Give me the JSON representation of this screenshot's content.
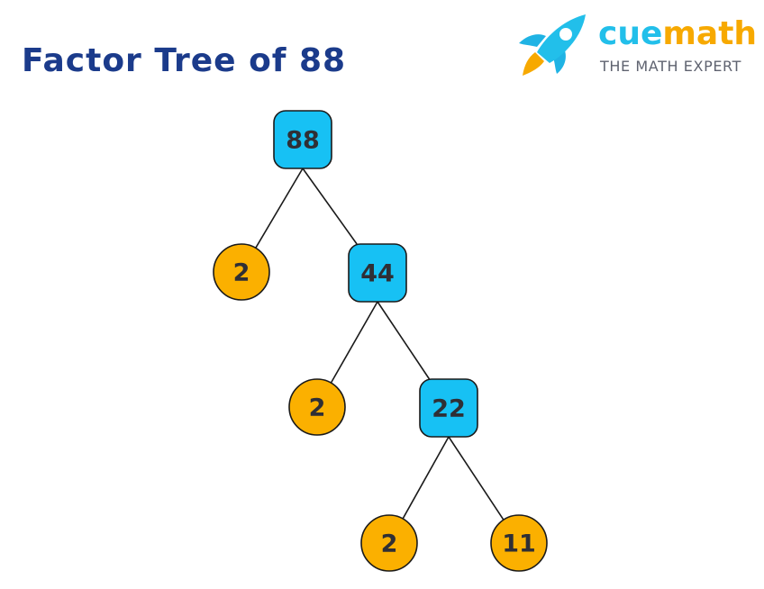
{
  "title": "Factor Tree of 88",
  "logo": {
    "brand_part_1": "cue",
    "brand_part_2": "math",
    "tagline": "THE MATH EXPERT",
    "icon": "rocket-icon"
  },
  "colors": {
    "title": "#1b3b8b",
    "composite_node_fill": "#17c1f4",
    "prime_node_fill": "#fbb000",
    "node_stroke": "#1a1a1a",
    "edge": "#1a1a1a"
  },
  "tree": {
    "root": "88",
    "splits": [
      {
        "value": "88",
        "factors": [
          "2",
          "44"
        ]
      },
      {
        "value": "44",
        "factors": [
          "2",
          "22"
        ]
      },
      {
        "value": "22",
        "factors": [
          "2",
          "11"
        ]
      }
    ],
    "nodes": [
      {
        "label": "88",
        "kind": "composite"
      },
      {
        "label": "2",
        "kind": "prime"
      },
      {
        "label": "44",
        "kind": "composite"
      },
      {
        "label": "2",
        "kind": "prime"
      },
      {
        "label": "22",
        "kind": "composite"
      },
      {
        "label": "2",
        "kind": "prime"
      },
      {
        "label": "11",
        "kind": "prime"
      }
    ]
  }
}
